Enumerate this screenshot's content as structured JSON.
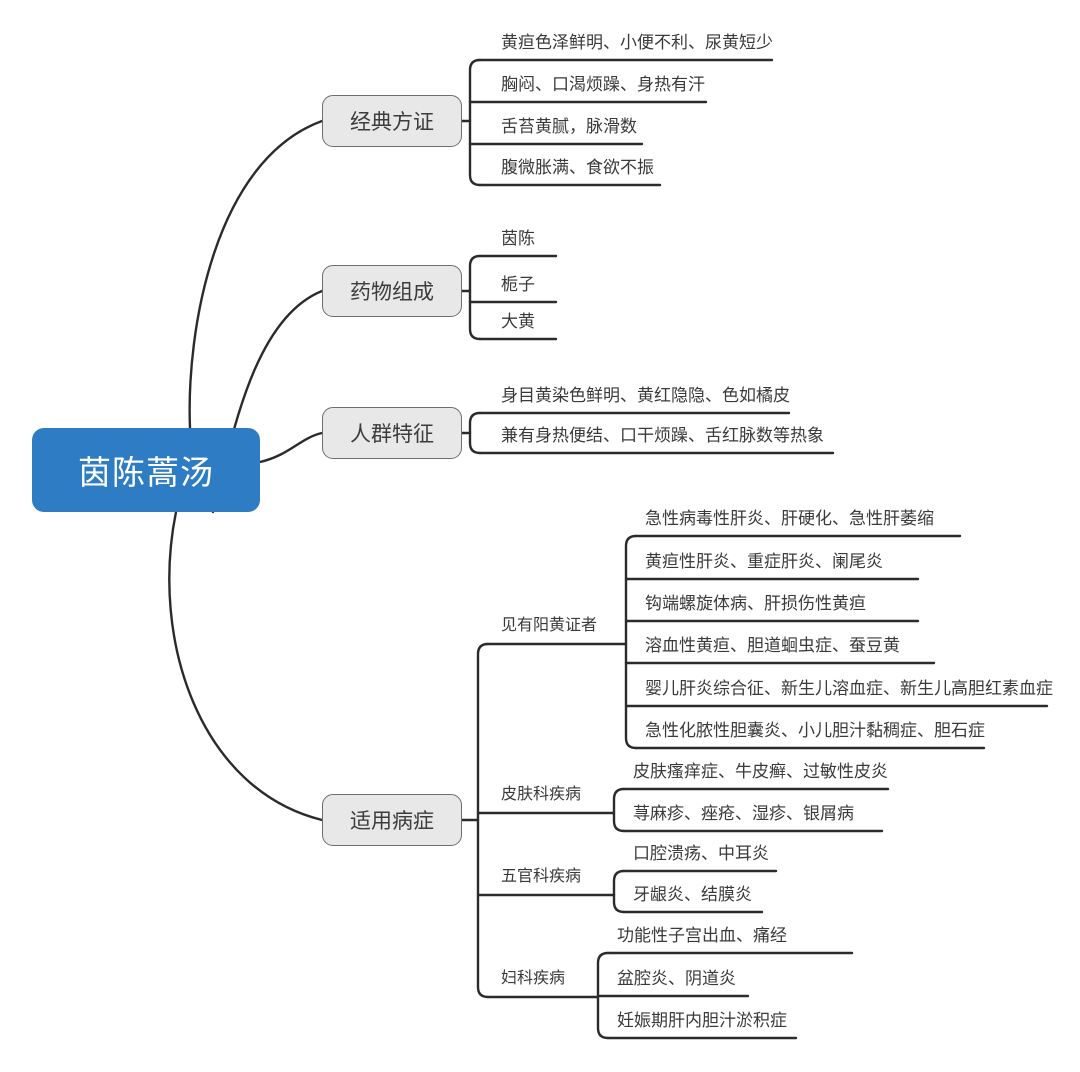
{
  "diagram": {
    "type": "mind-map",
    "title": "茵陈蒿汤",
    "colors": {
      "root_fill": "#2E7CC4",
      "root_text": "#FFFFFF",
      "branch_fill": "#E8E8E8",
      "branch_border": "#6D6D6D",
      "text": "#3A3A3A",
      "line": "#2B2B2B",
      "background": "#FFFFFF"
    },
    "root": {
      "label": "茵陈蒿汤"
    },
    "branches": [
      {
        "label": "经典方证",
        "leaves": [
          "黄疸色泽鲜明、小便不利、尿黄短少",
          "胸闷、口渴烦躁、身热有汗",
          "舌苔黄腻，脉滑数",
          "腹微胀满、食欲不振"
        ]
      },
      {
        "label": "药物组成",
        "leaves": [
          "茵陈",
          "栀子",
          "大黄"
        ]
      },
      {
        "label": "人群特征",
        "leaves": [
          "身目黄染色鲜明、黄红隐隐、色如橘皮",
          "兼有身热便结、口干烦躁、舌红脉数等热象"
        ]
      },
      {
        "label": "适用病症",
        "subgroups": [
          {
            "label": "见有阳黄证者",
            "leaves": [
              "急性病毒性肝炎、肝硬化、急性肝萎缩",
              "黄疸性肝炎、重症肝炎、阑尾炎",
              "钩端螺旋体病、肝损伤性黄疸",
              "溶血性黄疸、胆道蛔虫症、蚕豆黄",
              "婴儿肝炎综合征、新生儿溶血症、新生儿高胆红素血症",
              "急性化脓性胆囊炎、小儿胆汁黏稠症、胆石症"
            ]
          },
          {
            "label": "皮肤科疾病",
            "leaves": [
              "皮肤瘙痒症、牛皮癣、过敏性皮炎",
              "荨麻疹、痤疮、湿疹、银屑病"
            ]
          },
          {
            "label": "五官科疾病",
            "leaves": [
              "口腔溃疡、中耳炎",
              "牙龈炎、结膜炎"
            ]
          },
          {
            "label": "妇科疾病",
            "leaves": [
              "功能性子宫出血、痛经",
              "盆腔炎、阴道炎",
              "妊娠期肝内胆汁淤积症"
            ]
          }
        ]
      }
    ]
  }
}
